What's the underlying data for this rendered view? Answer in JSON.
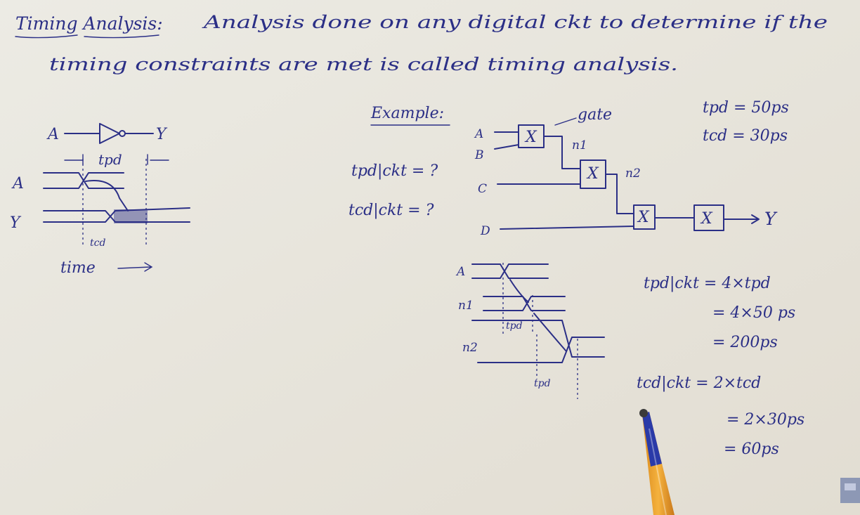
{
  "heading": {
    "title": "Timing Analysis:",
    "line1": "Analysis done on any digital ckt to determine if the",
    "line2": "timing constraints are met is called timing analysis."
  },
  "inverter_diagram": {
    "input": "A",
    "output": "Y",
    "tpd_label": "tpd",
    "row_a_label": "A",
    "row_y_label": "Y",
    "tcd_label": "tcd",
    "time_label": "time"
  },
  "questions": {
    "example": "Example:",
    "tpd_q": "tpd|ckt = ?",
    "tcd_q": "tcd|ckt = ?"
  },
  "circuit": {
    "input_a": "A",
    "input_b": "B",
    "input_c": "C",
    "input_d": "D",
    "gate_symbol": "X",
    "gate_label": "gate",
    "node1": "n1",
    "node2": "n2",
    "output": "Y"
  },
  "given": {
    "tpd": "tpd = 50ps",
    "tcd": "tcd = 30ps"
  },
  "waveform": {
    "row_a": "A",
    "row_n1": "n1",
    "row_n2": "n2",
    "tpd_inner": "tpd",
    "tpd_bottom": "tpd"
  },
  "results": {
    "tpd_line1": "tpd|ckt = 4×tpd",
    "tpd_line2": "= 4×50 ps",
    "tpd_line3": "= 200ps",
    "tcd_line1": "tcd|ckt = 2×tcd",
    "tcd_line2": "= 2×30ps",
    "tcd_line3": "= 60ps"
  },
  "colors": {
    "ink": "#2b2f86",
    "paper": "#e9e6de"
  },
  "icons": [
    "pen-icon",
    "corner-logo-icon"
  ]
}
